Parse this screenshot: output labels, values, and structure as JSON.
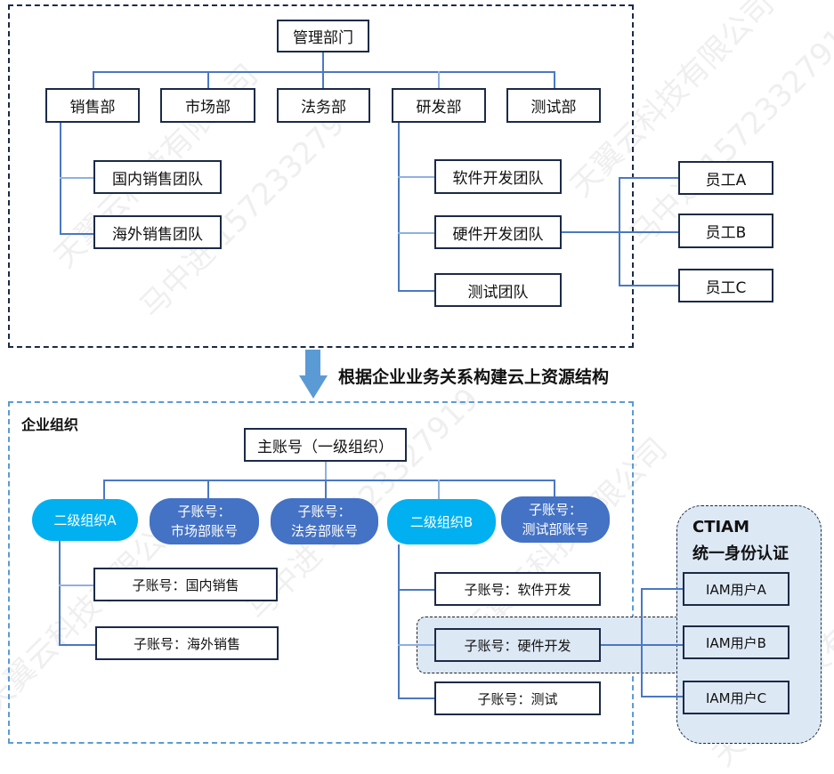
{
  "top_org": {
    "root": "管理部门",
    "departments": [
      "销售部",
      "市场部",
      "法务部",
      "研发部",
      "测试部"
    ],
    "sales_teams": [
      "国内销售团队",
      "海外销售团队"
    ],
    "rd_teams": [
      "软件开发团队",
      "硬件开发团队",
      "测试团队"
    ],
    "employees": [
      "员工A",
      "员工B",
      "员工C"
    ]
  },
  "transition_label": "根据企业业务关系构建云上资源结构",
  "cloud_org": {
    "section_label": "企业组织",
    "main_account": "主账号（一级组织）",
    "second_level": [
      {
        "type": "org",
        "lines": [
          "二级组织A"
        ]
      },
      {
        "type": "account",
        "lines": [
          "子账号：",
          "市场部账号"
        ]
      },
      {
        "type": "account",
        "lines": [
          "子账号：",
          "法务部账号"
        ]
      },
      {
        "type": "org",
        "lines": [
          "二级组织B"
        ]
      },
      {
        "type": "account",
        "lines": [
          "子账号：",
          "测试部账号"
        ]
      }
    ],
    "org_a_accounts": [
      "子账号：国内销售",
      "子账号：海外销售"
    ],
    "org_b_accounts": [
      "子账号：软件开发",
      "子账号：硬件开发",
      "子账号：测试"
    ]
  },
  "ctiam": {
    "title_line1": "CTIAM",
    "title_line2": "统一身份认证",
    "users": [
      "IAM用户A",
      "IAM用户B",
      "IAM用户C"
    ]
  },
  "watermark": {
    "text1": "天翼云科技有限公司",
    "text2": "马中进 15723327919"
  },
  "colors": {
    "box_border": "#1b2a47",
    "connector": "#4a78c2",
    "org_pill": "#00b0f0",
    "account_pill": "#4472c4",
    "arrow": "#5b9bd5",
    "highlight": "#dde8f5"
  }
}
